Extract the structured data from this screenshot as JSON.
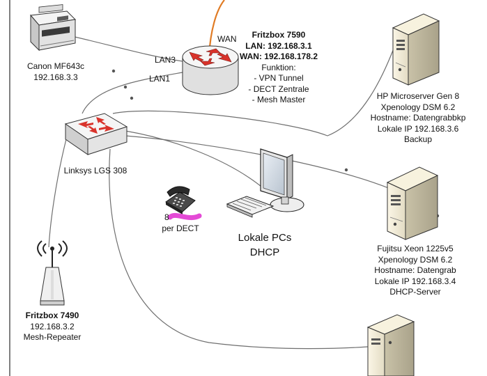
{
  "colors": {
    "wire": "#6f6f6f",
    "wan_wire": "#e07b24",
    "router_arrow": "#d9332b",
    "redaction": "#e44ad6"
  },
  "router": {
    "icon": "router-icon",
    "name": "Fritzbox 7590",
    "lan": "LAN: 192.168.3.1",
    "wan": "WAN: 192.168.178.2",
    "function_title": "Funktion:",
    "functions": [
      "- VPN Tunnel",
      "- DECT Zentrale",
      "- Mesh Master"
    ],
    "port_wan": "WAN",
    "port_lan3": "LAN3",
    "port_lan1": "LAN1"
  },
  "printer": {
    "icon": "printer-icon",
    "name": "Canon MF643c",
    "ip": "192.168.3.3"
  },
  "switch": {
    "icon": "switch-icon",
    "name": "Linksys LGS 308"
  },
  "phone": {
    "icon": "telephone-icon",
    "number_visible": "8",
    "label": "per DECT"
  },
  "pcs": {
    "icon": "workstation-icon",
    "line1": "Lokale PCs",
    "line2": "DHCP"
  },
  "hp_server": {
    "icon": "server-icon",
    "lines": [
      "HP Microserver Gen 8",
      "Xpenology DSM 6.2",
      "Hostname: Datengrabbkp",
      "Lokale IP 192.168.3.6",
      "Backup"
    ]
  },
  "fujitsu_server": {
    "icon": "server-icon",
    "lines": [
      "Fujitsu Xeon 1225v5",
      "Xpenology DSM 6.2",
      "Hostname: Datengrab",
      "Lokale IP 192.168.3.4",
      "DHCP-Server"
    ]
  },
  "repeater": {
    "icon": "wireless-access-point-icon",
    "name": "Fritzbox 7490",
    "ip": "192.168.3.2",
    "role": "Mesh-Repeater"
  },
  "bottom_server": {
    "icon": "server-icon"
  }
}
